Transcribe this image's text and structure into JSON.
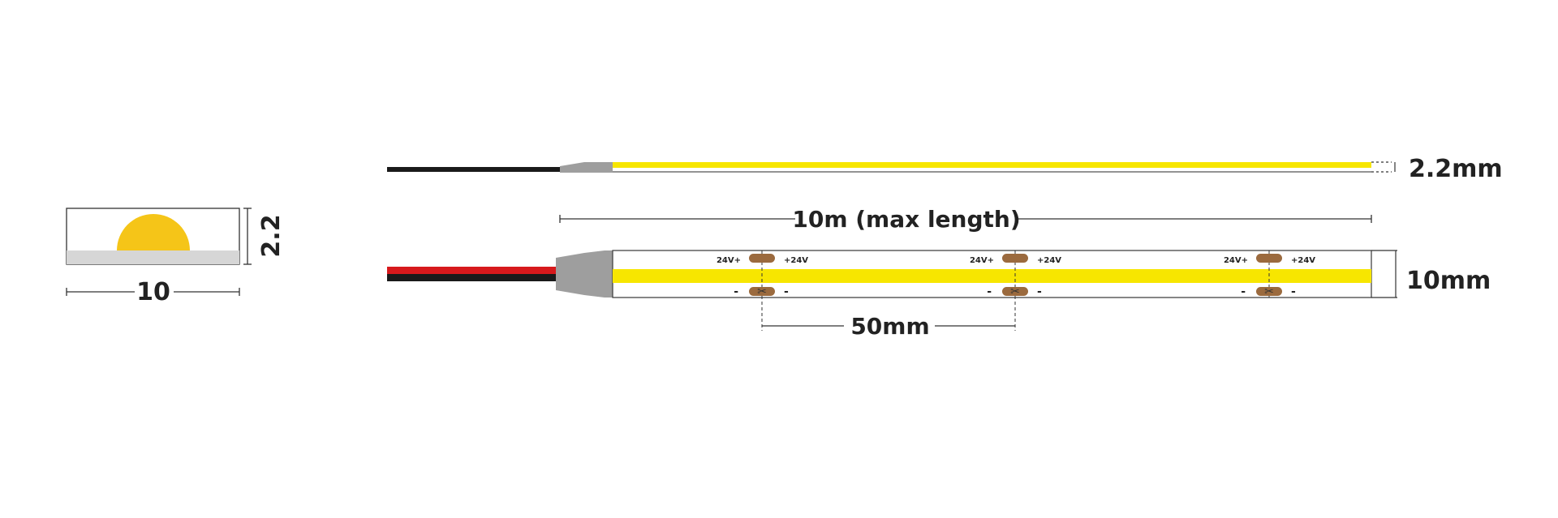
{
  "cross_section": {
    "width_label": "10",
    "height_label": "2.2"
  },
  "side_view": {
    "thickness_label": "2.2mm"
  },
  "top_view": {
    "length_label": "10m (max length)",
    "width_label": "10mm",
    "cut_spacing_label": "50mm",
    "cut_points": [
      {
        "pos_label": "24V+",
        "pos_label_right": "+24V",
        "neg_label": "-",
        "neg_label_right": "-"
      },
      {
        "pos_label": "24V+",
        "pos_label_right": "+24V",
        "neg_label": "-",
        "neg_label_right": "-"
      },
      {
        "pos_label": "24V+",
        "pos_label_right": "+24V",
        "neg_label": "-",
        "neg_label_right": "-"
      }
    ]
  },
  "colors": {
    "led_yellow": "#f7e600",
    "dome_yellow": "#f5c518",
    "base_grey": "#d6d6d6",
    "connector_grey": "#9e9e9e",
    "wire_black": "#1a1a1a",
    "wire_red": "#d7191c",
    "copper_pad": "#9b6a3e",
    "line": "#333333"
  }
}
